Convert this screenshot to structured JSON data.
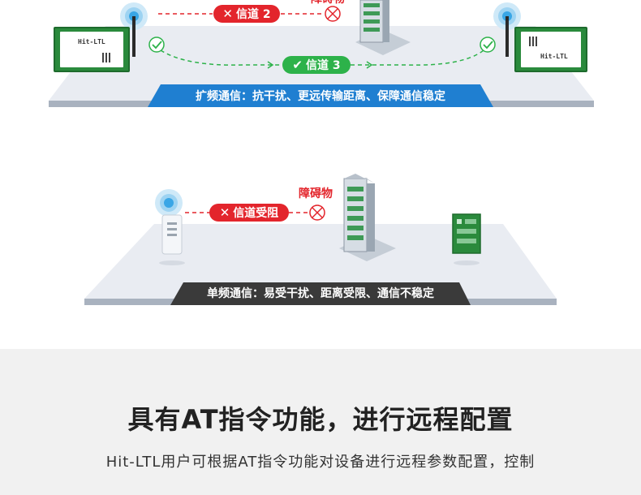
{
  "top_panel": {
    "channel2_label": "信道 2",
    "channel3_label": "信道 3",
    "obstacle_label": "障碍物",
    "banner": "扩频通信：抗干扰、更远传输距离、保障通信稳定",
    "left_module_label": "Hit-LTL",
    "right_module_label": "Hit-LTL"
  },
  "middle_panel": {
    "blocked_label": "信道受阻",
    "obstacle_label": "障碍物",
    "banner": "单频通信：易受干扰、距离受限、通信不稳定"
  },
  "feature": {
    "title": "具有AT指令功能，进行远程配置",
    "description": "Hit-LTL用户可根据AT指令功能对设备进行远程参数配置，控制"
  },
  "colors": {
    "red": "#e3252c",
    "green": "#2db24a",
    "blue_banner": "#1f7fd1",
    "dark_banner": "#3a3a3a",
    "platform": "#e7eaf0"
  }
}
